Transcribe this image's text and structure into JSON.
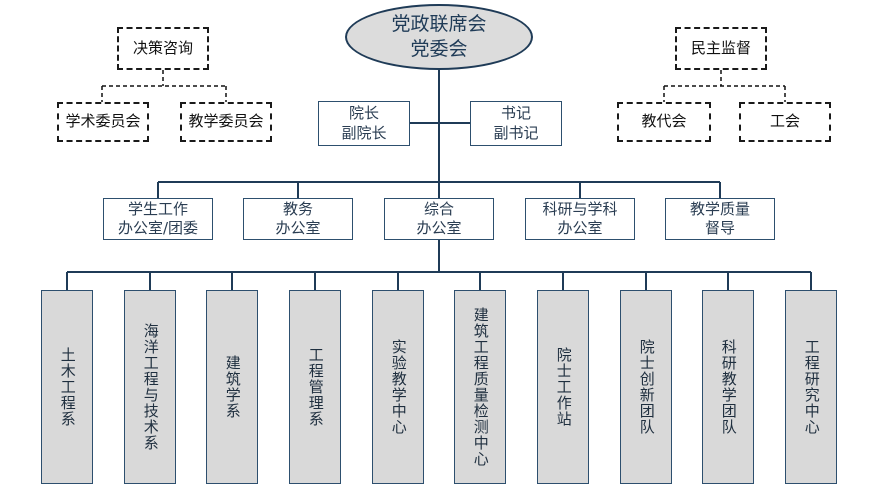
{
  "root": {
    "line1": "党政联席会",
    "line2": "党委会"
  },
  "advisory": {
    "title": "决策咨询",
    "items": [
      "学术委员会",
      "教学委员会"
    ]
  },
  "supervision": {
    "title": "民主监督",
    "items": [
      "教代会",
      "工会"
    ]
  },
  "leaders": [
    {
      "line1": "院长",
      "line2": "副院长"
    },
    {
      "line1": "书记",
      "line2": "副书记"
    }
  ],
  "offices": [
    {
      "line1": "学生工作",
      "line2": "办公室/团委"
    },
    {
      "line1": "教务",
      "line2": "办公室"
    },
    {
      "line1": "综合",
      "line2": "办公室"
    },
    {
      "line1": "科研与学科",
      "line2": "办公室"
    },
    {
      "line1": "教学质量",
      "line2": "督导"
    }
  ],
  "departments": [
    "土木工程系",
    "海洋工程与技术系",
    "建筑学系",
    "工程管理系",
    "实验教学中心",
    "建筑工程质量检测中心",
    "院士工作站",
    "院士创新团队",
    "科研教学团队",
    "工程研究中心"
  ],
  "colors": {
    "line": "#1f3b57",
    "dept_fill": "#d9d9d9",
    "root_fill": "#dcdcdc"
  }
}
